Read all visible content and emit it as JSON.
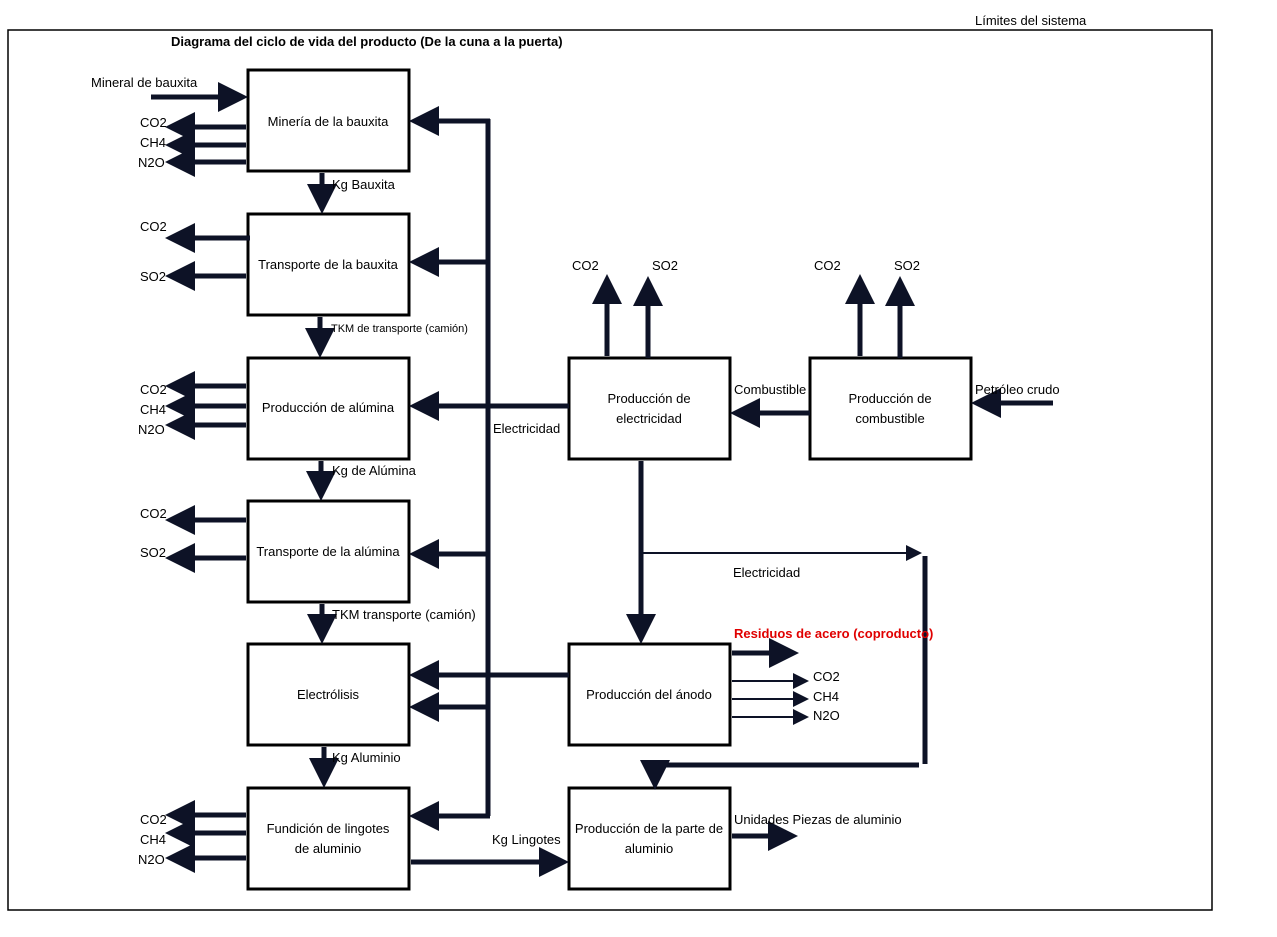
{
  "system_boundary_label": "Límites del sistema",
  "title": "Diagrama del ciclo de vida del producto (De la cuna a la puerta)",
  "boxes": {
    "bauxite_mining": [
      "Minería de la bauxita"
    ],
    "bauxite_transport": [
      "Transporte de la bauxita"
    ],
    "alumina_production": [
      "Producción de alúmina"
    ],
    "alumina_transport": [
      "Transporte de la alúmina"
    ],
    "electrolysis": [
      "Electrólisis"
    ],
    "ingot_casting": [
      "Fundición de lingotes",
      "de aluminio"
    ],
    "electricity_production": [
      "Producción de",
      "electricidad"
    ],
    "fuel_production": [
      "Producción de",
      "combustible"
    ],
    "anode_production": [
      "Producción del ánodo"
    ],
    "aluminum_part_production": [
      "Producción de la parte de",
      "aluminio"
    ]
  },
  "flows": {
    "bauxite_ore": "Mineral de bauxita",
    "kg_bauxite": "Kg Bauxita",
    "tkm_truck_1": "TKM de transporte (camión)",
    "kg_alumina": "Kg de Alúmina",
    "tkm_truck_2": "TKM transporte (camión)",
    "kg_aluminum": "Kg Aluminio",
    "kg_ingots": "Kg Lingotes",
    "electricity_1": "Electricidad",
    "electricity_2": "Electricidad",
    "fuel": "Combustible",
    "crude_oil": "Petróleo crudo",
    "steel_waste": "Residuos de acero (coproducto)",
    "aluminum_parts_units": "Unidades Piezas de aluminio"
  },
  "emissions": {
    "co2": "CO2",
    "ch4": "CH4",
    "n2o": "N2O",
    "so2": "SO2"
  },
  "colors": {
    "arrow": "#0d1226",
    "coproduct_text": "#e00000"
  }
}
